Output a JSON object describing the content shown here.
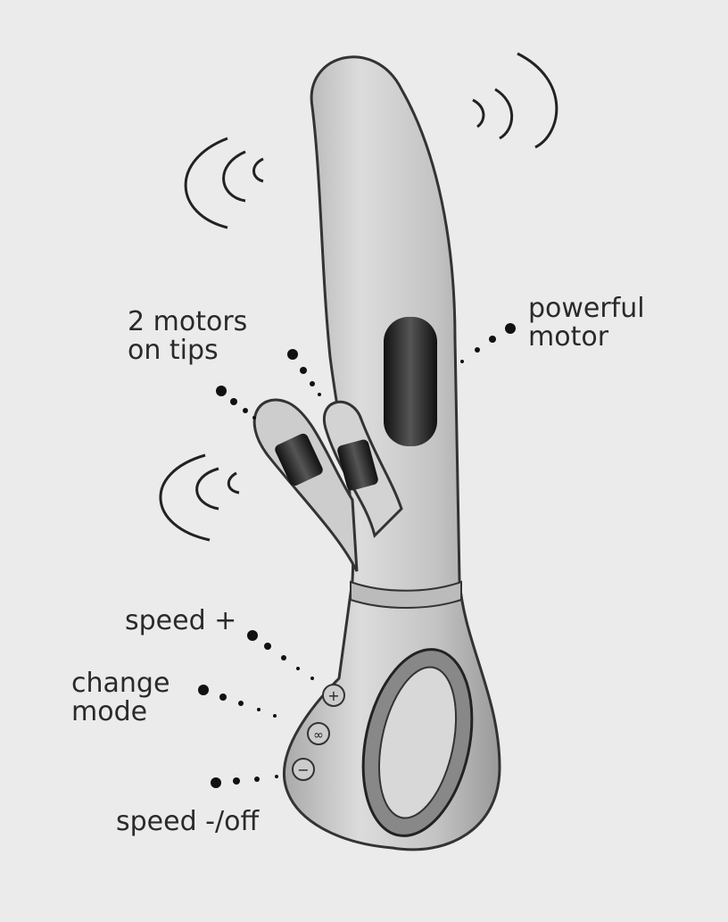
{
  "labels": {
    "tips_motors": [
      "2 motors",
      "on tips"
    ],
    "main_motor": [
      "powerful",
      "motor"
    ],
    "speed_plus": "speed +",
    "change_mode": [
      "change",
      "mode"
    ],
    "speed_minus": "speed -/off"
  },
  "button_symbols": {
    "plus": "+",
    "mode": "∞",
    "minus": "−"
  },
  "colors": {
    "background": "#ebebeb",
    "body": "#cfcfcf",
    "ink": "#222222"
  }
}
